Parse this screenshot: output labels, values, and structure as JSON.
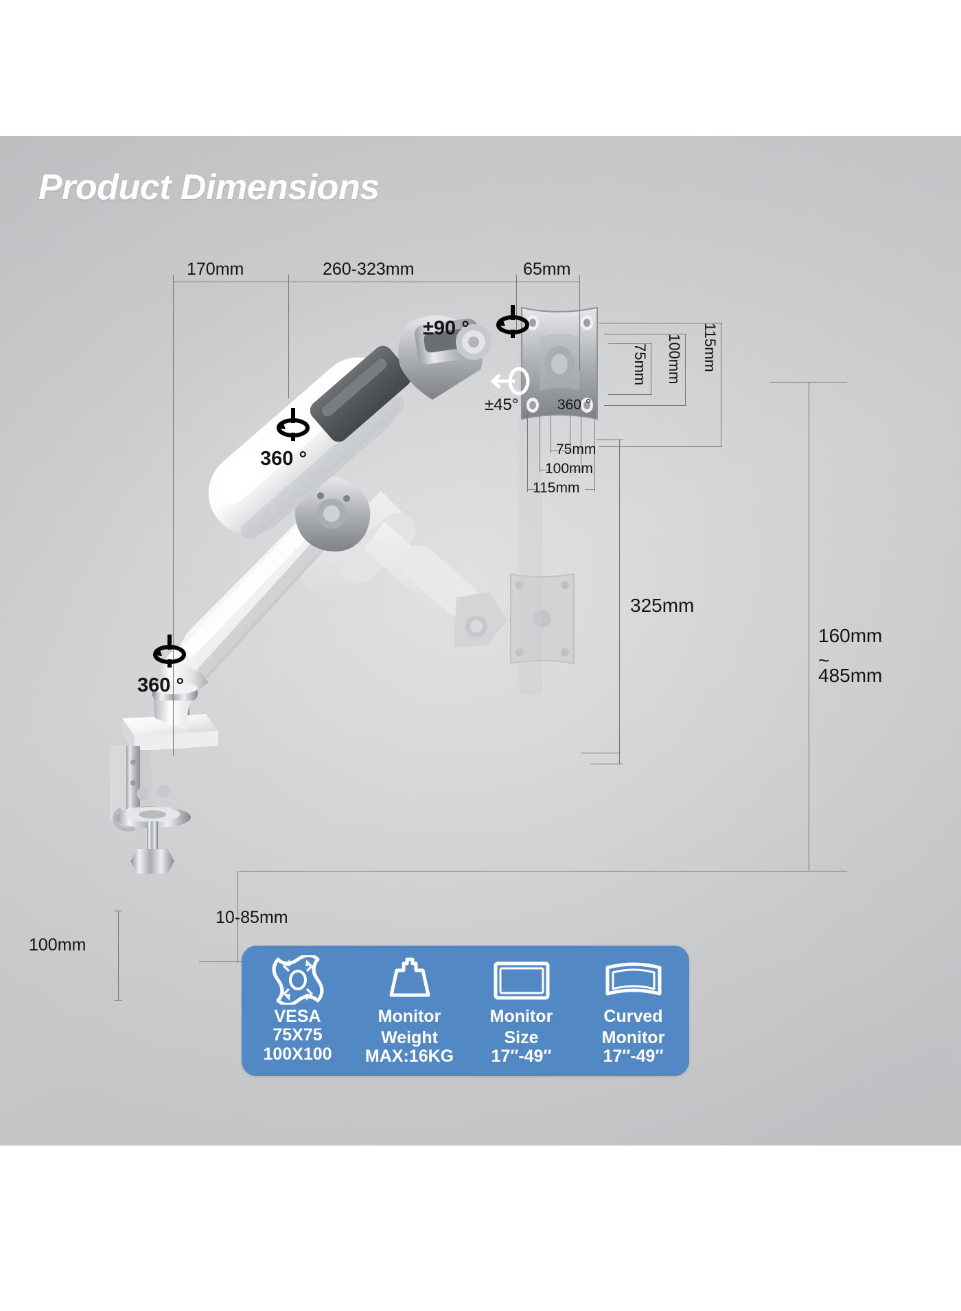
{
  "title": "Product Dimensions",
  "theme": {
    "panel_bg": "#cfd0d1",
    "accent_blue": "#5289c4",
    "line_color": "#6d7073",
    "label_color": "#111315",
    "title_color": "#ffffff"
  },
  "dimensions": {
    "arm_segment_1": "170mm",
    "arm_segment_2": "260-323mm",
    "arm_segment_3": "65mm",
    "vesa_vertical_75": "75mm",
    "vesa_vertical_100": "100mm",
    "vesa_vertical_115": "115mm",
    "vesa_horizontal_75": "75mm",
    "vesa_horizontal_100": "100mm",
    "vesa_horizontal_115": "115mm",
    "vertical_travel": "325mm",
    "height_range_top": "160mm",
    "height_range_tilde": "~",
    "height_range_bottom": "485mm",
    "clamp_depth": "100mm",
    "desk_thickness": "10-85mm"
  },
  "rotations": {
    "top_joint": "360 °",
    "mid_joint": "360 °",
    "base_joint": "360 °",
    "screen_rotation": "±90 °",
    "screen_tilt": "±45°"
  },
  "features": [
    {
      "icon": "vesa-pattern-icon",
      "title": "VESA",
      "line1": "75X75",
      "line2": "100X100"
    },
    {
      "icon": "weight-icon",
      "title": "Monitor\nWeight",
      "title_l1": "Monitor",
      "title_l2": "Weight",
      "line1": "MAX:16KG",
      "line2": ""
    },
    {
      "icon": "flat-monitor-icon",
      "title_l1": "Monitor",
      "title_l2": "Size",
      "line1": "17″-49″",
      "line2": ""
    },
    {
      "icon": "curved-monitor-icon",
      "title_l1": "Curved",
      "title_l2": "Monitor",
      "line1": "17″-49″",
      "line2": ""
    }
  ]
}
